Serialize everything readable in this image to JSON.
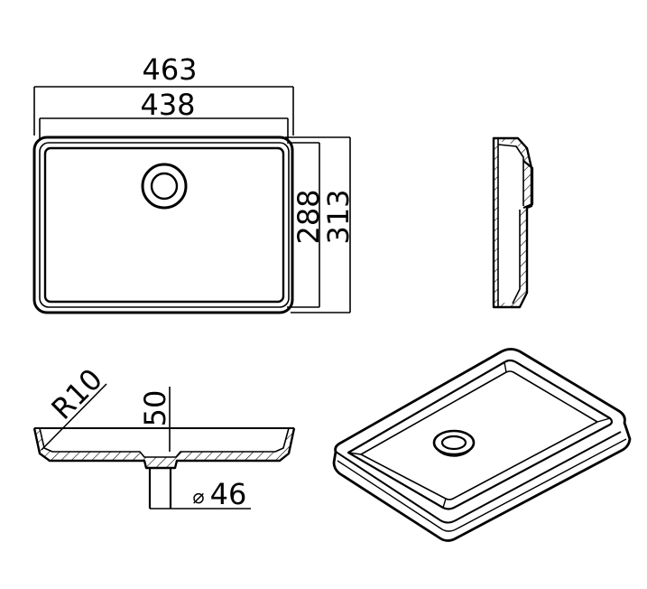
{
  "dimensions": {
    "overall_width": "463",
    "inner_width": "438",
    "inner_depth": "288",
    "overall_depth": "313",
    "corner_radius": "R10",
    "height": "50",
    "drain_diameter_symbol": "⌀",
    "drain_diameter": "46"
  },
  "colors": {
    "line": "#000000",
    "background": "#ffffff"
  }
}
